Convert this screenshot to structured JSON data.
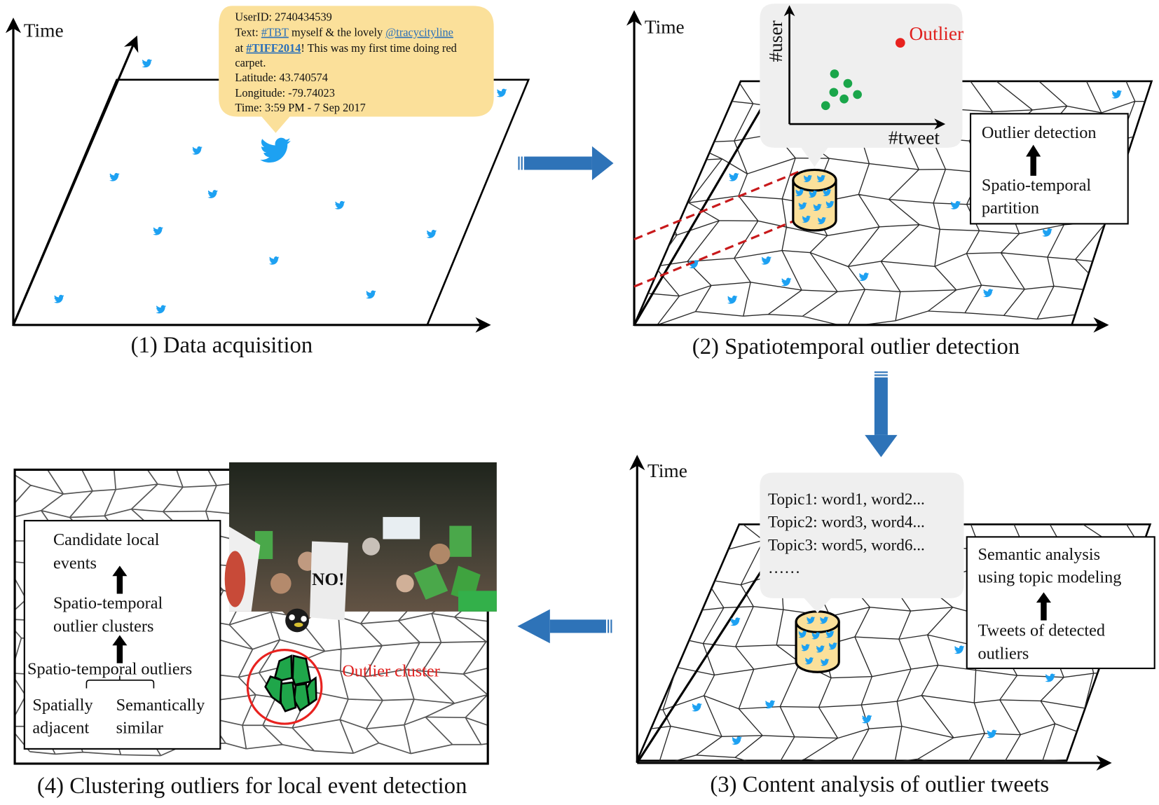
{
  "colors": {
    "twitter_blue": "#1da1f2",
    "arrow_blue": "#2e73b8",
    "bubble_yellow": "#fbe09a",
    "bubble_grey": "#efefef",
    "outlier_red": "#e8221f",
    "inlier_green": "#1aa64a",
    "cluster_green": "#1fa64a",
    "cylinder_fill": "#fbe09a"
  },
  "panels": [
    {
      "id": "panel-1",
      "caption": "(1) Data acquisition",
      "axis_label": "Time",
      "tweet_popup": {
        "user_id_line": "UserID: 2740434539",
        "text_prefix": "Text: ",
        "hashtag1": "#TBT",
        "text_mid": " myself & the lovely ",
        "mention": "@tracycityline",
        "line2_prefix": "at ",
        "hashtag2": "#TIFF2014",
        "line2_suffix": "! This was my first time doing red",
        "line3": "carpet.",
        "latitude": "Latitude: 43.740574",
        "longitude": "Longitude: -79.74023",
        "time": "Time: 3:59 PM - 7 Sep 2017"
      }
    },
    {
      "id": "panel-2",
      "caption": "(2) Spatiotemporal outlier detection",
      "axis_label": "Time",
      "scatter": {
        "xlabel": "#tweet",
        "ylabel": "#user",
        "outlier_label": "Outlier"
      },
      "flow_box": {
        "top": "Outlier detection",
        "bottom_line1": "Spatio-temporal",
        "bottom_line2": "partition"
      }
    },
    {
      "id": "panel-3",
      "caption": "(3) Content analysis of outlier tweets",
      "axis_label": "Time",
      "topics": [
        "Topic1: word1, word2...",
        "Topic2: word3, word4...",
        "Topic3: word5, word6...",
        "……"
      ],
      "flow_box": {
        "top_line1": "Semantic analysis",
        "top_line2": "using topic modeling",
        "bottom_line1": "Tweets of detected",
        "bottom_line2": "outliers"
      }
    },
    {
      "id": "panel-4",
      "caption": "(4) Clustering outliers for local event detection",
      "cluster_label": "Outlier cluster",
      "photo_sign": "NO!",
      "flow_box": {
        "top_line1": "Candidate local",
        "top_line2": "events",
        "mid_line1": "Spatio-temporal",
        "mid_line2": "outlier clusters",
        "bottom": "Spatio-temporal outliers",
        "left_line1": "Spatially",
        "left_line2": "adjacent",
        "right_line1": "Semantically",
        "right_line2": "similar"
      }
    }
  ]
}
